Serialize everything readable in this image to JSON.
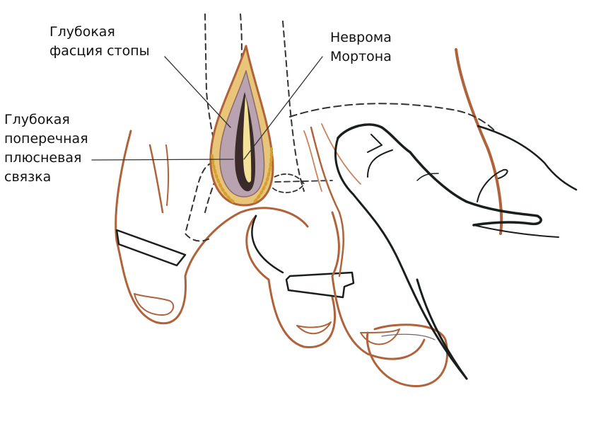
{
  "labels": {
    "deep_fascia": {
      "line1": "Глубокая",
      "line2": "фасция стопы"
    },
    "morton_neuroma": {
      "line1": "Неврома",
      "line2": "Мортона"
    },
    "deep_transverse_ligament": {
      "line1": "Глубокая",
      "line2": "поперечная",
      "line3": "плюсневая",
      "line4": "связка"
    }
  },
  "colors": {
    "skin_outline": "#b0633a",
    "ink": "#1a1f1c",
    "fat": "#e2b43a",
    "muscle": "#b9a3b0",
    "nerve": "#f3e39a",
    "cavity": "#3a2a2a"
  }
}
